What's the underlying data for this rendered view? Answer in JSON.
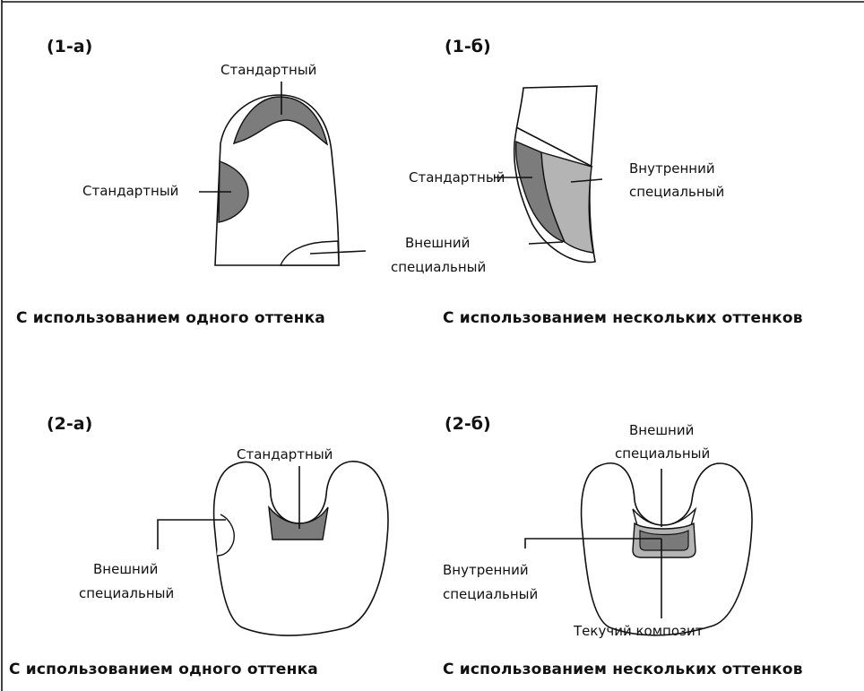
{
  "colors": {
    "standard_shade": "#7c7c7c",
    "inner_special_shade": "#b4b4b4",
    "flowable_shade": "#7a7a7a",
    "outline": "#111111",
    "background": "#ffffff"
  },
  "panels": {
    "p1a": {
      "id": "(1-а)",
      "labels": {
        "standard_top": "Стандартный",
        "standard_left": "Стандартный",
        "outer_special_line1": "Внешний",
        "outer_special_line2": "специальный"
      },
      "caption": "С использованием одного оттенка"
    },
    "p1b": {
      "id": "(1-б)",
      "labels": {
        "standard": "Стандартный",
        "inner_special_line1": "Внутренний",
        "inner_special_line2": "специальный"
      },
      "caption": "С использованием нескольких оттенков"
    },
    "p2a": {
      "id": "(2-а)",
      "labels": {
        "standard": "Стандартный",
        "outer_special_line1": "Внешний",
        "outer_special_line2": "специальный"
      },
      "caption": "С использованием одного оттенка"
    },
    "p2b": {
      "id": "(2-б)",
      "labels": {
        "outer_special_line1": "Внешний",
        "outer_special_line2": "специальный",
        "inner_special_line1": "Внутренний",
        "inner_special_line2": "специальный",
        "flowable": "Текучий композит"
      },
      "caption": "С использованием нескольких оттенков"
    }
  }
}
